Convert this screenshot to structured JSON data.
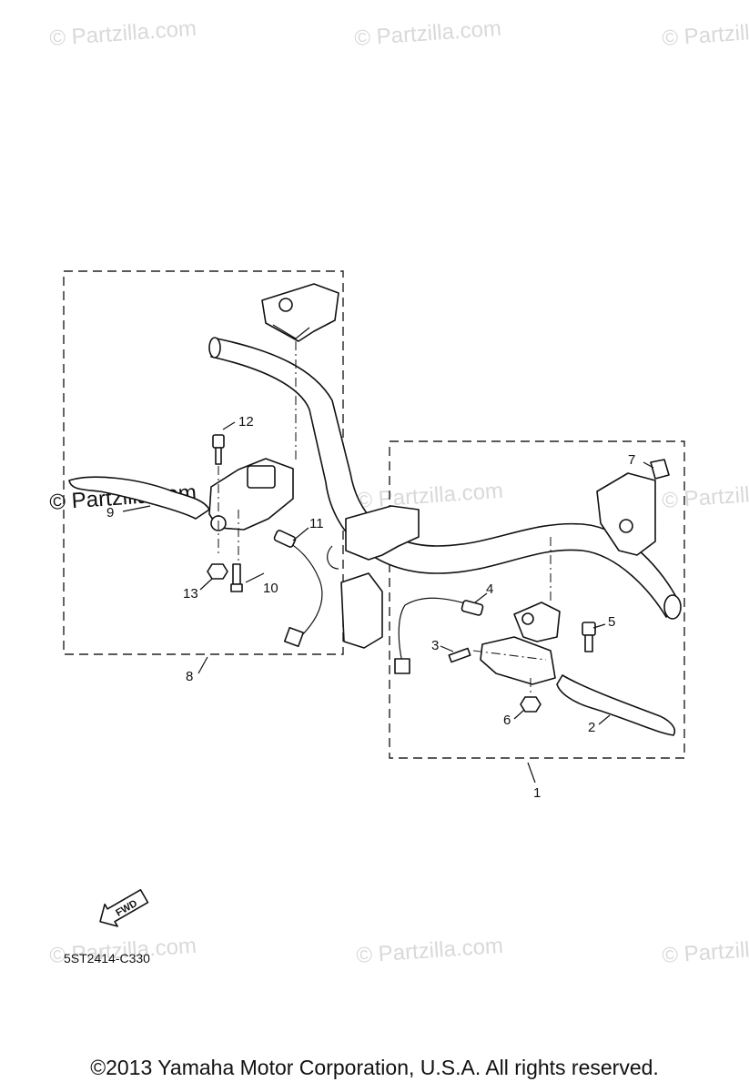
{
  "watermark": {
    "text": "© Partzilla.com",
    "text_short": "© Partzilla.c",
    "color": "#d9d9d9"
  },
  "callouts": {
    "c1": "1",
    "c2": "2",
    "c3": "3",
    "c4": "4",
    "c5": "5",
    "c6": "6",
    "c7": "7",
    "c8": "8",
    "c9": "9",
    "c10": "10",
    "c11": "11",
    "c12": "12",
    "c13": "13"
  },
  "fwd_label": "FWD",
  "diagram_code": "5ST2414-C330",
  "copyright": "©2013  Yamaha Motor Corporation, U.S.A. All rights reserved."
}
